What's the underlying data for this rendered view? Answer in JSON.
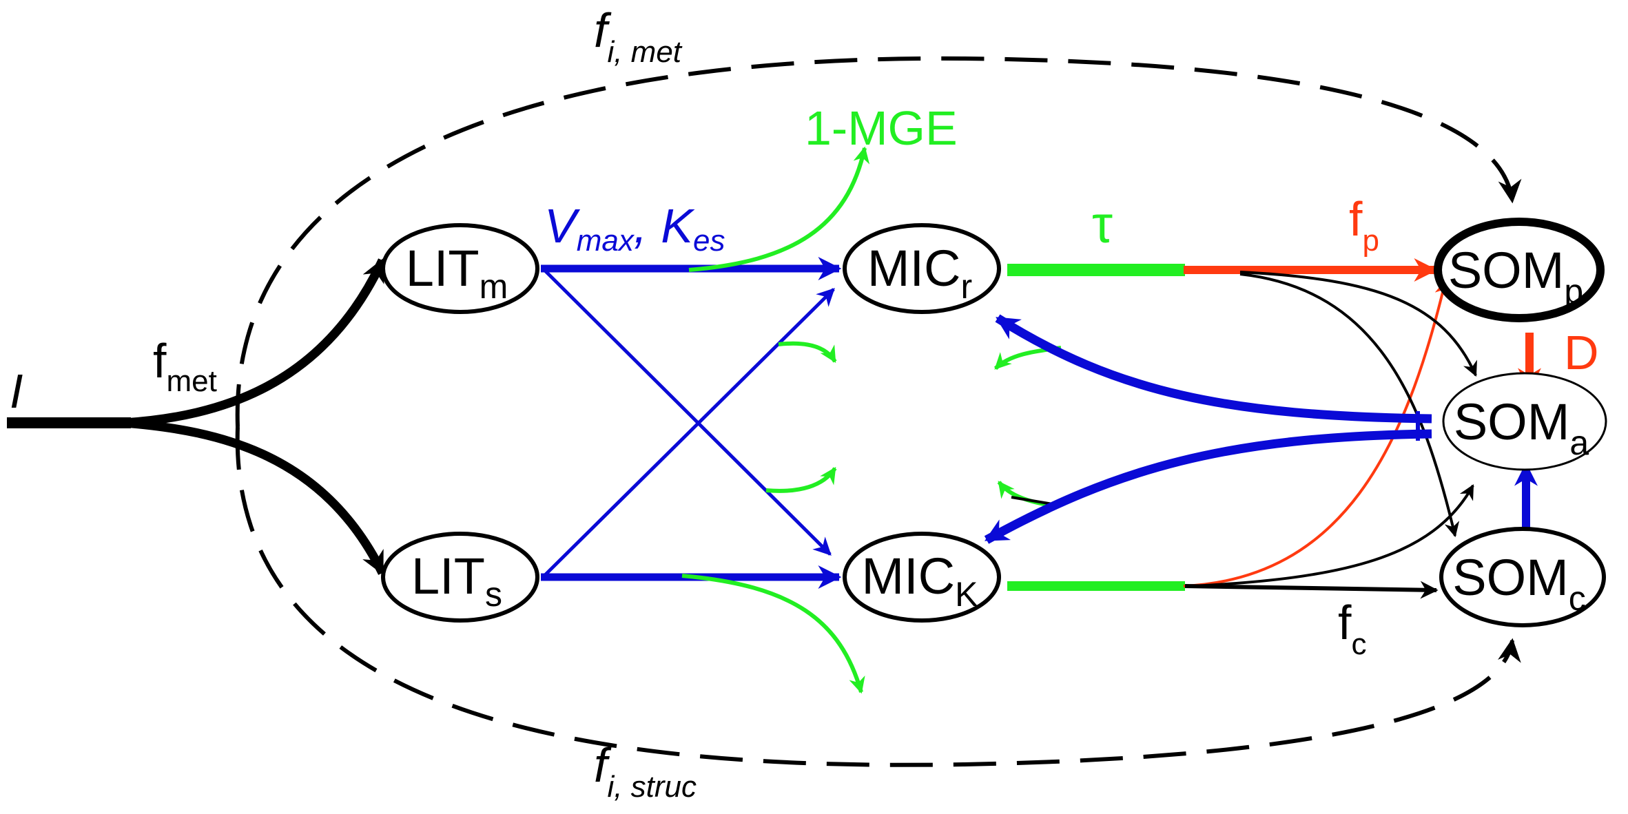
{
  "colors": {
    "black": "#000000",
    "blue": "#0a0ad6",
    "green": "#22ee22",
    "red": "#ff3a10"
  },
  "input": {
    "label": "I"
  },
  "nodes": {
    "lit_m": {
      "base": "LIT",
      "sub": "m"
    },
    "lit_s": {
      "base": "LIT",
      "sub": "s"
    },
    "mic_r": {
      "base": "MIC",
      "sub": "r"
    },
    "mic_k": {
      "base": "MIC",
      "sub": "K"
    },
    "som_p": {
      "base": "SOM",
      "sub": "p"
    },
    "som_a": {
      "base": "SOM",
      "sub": "a"
    },
    "som_c": {
      "base": "SOM",
      "sub": "c"
    }
  },
  "labels": {
    "f_met": {
      "base": "f",
      "sub": "met"
    },
    "f_i_met": {
      "base": "f",
      "sub": "i, met"
    },
    "f_i_struc": {
      "base": "f",
      "sub": "i, struc"
    },
    "mge": "1-MGE",
    "vmax": {
      "base": "V",
      "sub": "max"
    },
    "comma": ",",
    "kes": {
      "base": "K",
      "sub": "es"
    },
    "tau": "τ",
    "f_p": {
      "base": "f",
      "sub": "p"
    },
    "d": "D",
    "f_c": {
      "base": "f",
      "sub": "c"
    }
  }
}
